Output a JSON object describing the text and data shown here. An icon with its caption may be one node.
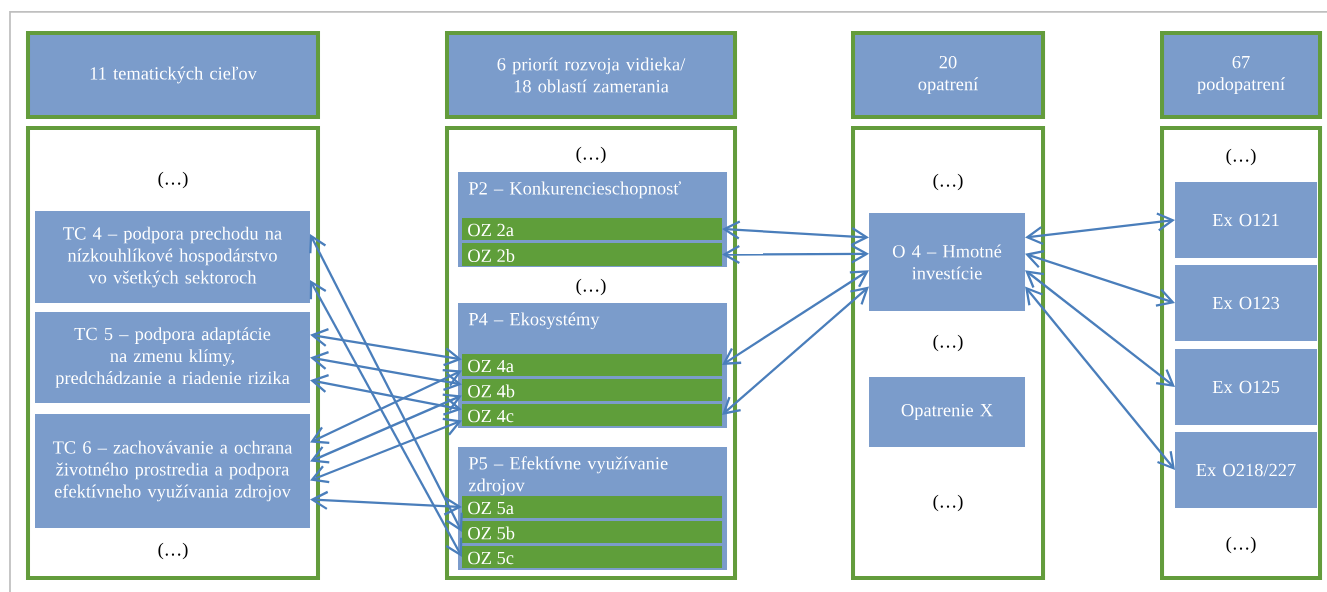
{
  "diagram": {
    "nodes": [
      {
        "text": [
          "11 tematických cieľov"
        ]
      },
      {
        "text": [
          "(…)",
          "(…)"
        ]
      },
      {
        "text": [
          "TC 4 – podpora prechodu na nízkouhlíkové hospodárstvo vo všetkých sektoroch"
        ],
        "in": 1
      },
      {
        "text": [
          "TC 5 – podpora adaptácie na zmenu klímy, predchádzanie a riadenie rizika"
        ],
        "in": 1
      },
      {
        "text": [
          "TC 6 – zachovávanie a ochrana životného prostredia a podpora efektívneho využívania zdrojov"
        ],
        "in": 1
      },
      {
        "text": [
          "6 priorít rozvoja vidieka/ 18 oblastí zamerania"
        ]
      },
      {
        "text": [
          "(…)",
          "(…)"
        ]
      },
      {
        "text": [
          "P2 – Konkurencieschopnosť"
        ],
        "in": 6
      },
      {
        "text": [
          "OZ 2a"
        ],
        "in": 7
      },
      {
        "text": [
          "OZ 2b"
        ],
        "in": 7
      },
      {
        "text": [
          "P4 – Ekosystémy"
        ],
        "in": 6
      },
      {
        "text": [
          "OZ 4a"
        ],
        "in": 10
      },
      {
        "text": [
          "OZ 4b"
        ],
        "in": 10
      },
      {
        "text": [
          "OZ 4c"
        ],
        "in": 10
      },
      {
        "text": [
          "P5 – Efektívne využívanie zdrojov"
        ],
        "in": 6
      },
      {
        "text": [
          "OZ 5a"
        ],
        "in": 14
      },
      {
        "text": [
          "OZ 5b"
        ],
        "in": 14
      },
      {
        "text": [
          "OZ 5c"
        ],
        "in": 14
      },
      {
        "text": [
          "20 opatrení"
        ]
      },
      {
        "text": [
          "(…)",
          "(…)",
          "(…)"
        ]
      },
      {
        "text": [
          "O 4 – Hmotné investície"
        ],
        "in": 19
      },
      {
        "text": [
          "Opatrenie X"
        ],
        "in": 19
      },
      {
        "text": [
          "67 podopatrení"
        ]
      },
      {
        "text": [
          "(…)",
          "(…)"
        ]
      },
      {
        "text": [
          "Ex O121"
        ],
        "in": 23
      },
      {
        "text": [
          "Ex O123"
        ],
        "in": 23
      },
      {
        "text": [
          "Ex O125"
        ],
        "in": 23
      },
      {
        "text": [
          "Ex O218/227"
        ],
        "in": 23
      }
    ],
    "edges": [
      {
        "from": 2,
        "to": 16,
        "arrow": "both"
      },
      {
        "from": 2,
        "to": 17,
        "arrow": "both"
      },
      {
        "from": 3,
        "to": 11,
        "arrow": "both"
      },
      {
        "from": 3,
        "to": 12,
        "arrow": "both"
      },
      {
        "from": 3,
        "to": 13,
        "arrow": "both"
      },
      {
        "from": 4,
        "to": 11,
        "arrow": "both"
      },
      {
        "from": 4,
        "to": 12,
        "arrow": "both"
      },
      {
        "from": 4,
        "to": 13,
        "arrow": "both"
      },
      {
        "from": 4,
        "to": 15,
        "arrow": "both"
      },
      {
        "from": 20,
        "to": 8,
        "arrow": "both"
      },
      {
        "from": 20,
        "to": 9,
        "arrow": "both"
      },
      {
        "from": 20,
        "to": 11,
        "arrow": "both"
      },
      {
        "from": 20,
        "to": 13,
        "arrow": "both"
      },
      {
        "from": 20,
        "to": 24,
        "arrow": "both"
      },
      {
        "from": 20,
        "to": 25,
        "arrow": "both"
      },
      {
        "from": 20,
        "to": 26,
        "arrow": "both"
      },
      {
        "from": 20,
        "to": 27,
        "arrow": "both"
      }
    ]
  }
}
